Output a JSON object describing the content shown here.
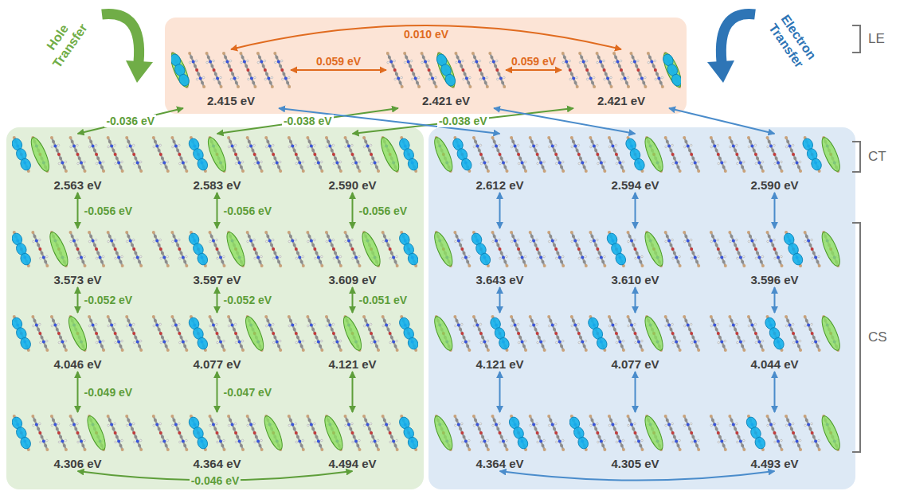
{
  "diagram": {
    "nodes": [
      {
        "text": [
          "2.415 eV"
        ]
      },
      {
        "text": [
          "2.421 eV"
        ]
      },
      {
        "text": [
          "2.421 eV"
        ]
      },
      {
        "text": [
          "2.563 eV"
        ]
      },
      {
        "text": [
          "2.583 eV"
        ]
      },
      {
        "text": [
          "2.590 eV"
        ]
      },
      {
        "text": [
          "3.573 eV"
        ]
      },
      {
        "text": [
          "3.597 eV"
        ]
      },
      {
        "text": [
          "3.609 eV"
        ]
      },
      {
        "text": [
          "4.046 eV"
        ]
      },
      {
        "text": [
          "4.077 eV"
        ]
      },
      {
        "text": [
          "4.121 eV"
        ]
      },
      {
        "text": [
          "4.306 eV"
        ]
      },
      {
        "text": [
          "4.364 eV"
        ]
      },
      {
        "text": [
          "4.494 eV"
        ]
      },
      {
        "text": [
          "2.612 eV"
        ]
      },
      {
        "text": [
          "2.594 eV"
        ]
      },
      {
        "text": [
          "2.590 eV"
        ]
      },
      {
        "text": [
          "3.643 eV"
        ]
      },
      {
        "text": [
          "3.610 eV"
        ]
      },
      {
        "text": [
          "3.596 eV"
        ]
      },
      {
        "text": [
          "4.121 eV"
        ]
      },
      {
        "text": [
          "4.077 eV"
        ]
      },
      {
        "text": [
          "4.044 eV"
        ]
      },
      {
        "text": [
          "4.364 eV"
        ]
      },
      {
        "text": [
          "4.305 eV"
        ]
      },
      {
        "text": [
          "4.493 eV"
        ]
      }
    ],
    "edges": [
      {
        "from": 0,
        "to": 1,
        "arrow": "both",
        "label": "0.059 eV"
      },
      {
        "from": 1,
        "to": 2,
        "arrow": "both",
        "label": "0.059 eV"
      },
      {
        "from": 0,
        "to": 2,
        "arrow": "both",
        "label": "0.010 eV"
      },
      {
        "from": 0,
        "to": 3,
        "arrow": "both",
        "label": "-0.036 eV"
      },
      {
        "from": 1,
        "to": 4,
        "arrow": "both",
        "label": "-0.038 eV"
      },
      {
        "from": 2,
        "to": 5,
        "arrow": "both",
        "label": "-0.038 eV"
      },
      {
        "from": 0,
        "to": 15,
        "arrow": "both"
      },
      {
        "from": 1,
        "to": 16,
        "arrow": "both"
      },
      {
        "from": 2,
        "to": 17,
        "arrow": "both"
      },
      {
        "from": 3,
        "to": 6,
        "arrow": "both",
        "label": "-0.056 eV"
      },
      {
        "from": 6,
        "to": 9,
        "arrow": "both",
        "label": "-0.052 eV"
      },
      {
        "from": 9,
        "to": 12,
        "arrow": "both",
        "label": "-0.049 eV"
      },
      {
        "from": 4,
        "to": 7,
        "arrow": "both",
        "label": "-0.056 eV"
      },
      {
        "from": 7,
        "to": 10,
        "arrow": "both",
        "label": "-0.052 eV"
      },
      {
        "from": 10,
        "to": 13,
        "arrow": "both",
        "label": "-0.047 eV"
      },
      {
        "from": 5,
        "to": 8,
        "arrow": "both",
        "label": "-0.056 eV"
      },
      {
        "from": 8,
        "to": 11,
        "arrow": "both",
        "label": "-0.051 eV"
      },
      {
        "from": 11,
        "to": 14,
        "arrow": "both"
      },
      {
        "from": 12,
        "to": 14,
        "arrow": "both",
        "label": "-0.046 eV"
      },
      {
        "from": 15,
        "to": 18,
        "arrow": "both"
      },
      {
        "from": 18,
        "to": 21,
        "arrow": "both"
      },
      {
        "from": 21,
        "to": 24,
        "arrow": "both"
      },
      {
        "from": 16,
        "to": 19,
        "arrow": "both"
      },
      {
        "from": 19,
        "to": 22,
        "arrow": "both"
      },
      {
        "from": 22,
        "to": 25,
        "arrow": "both"
      },
      {
        "from": 17,
        "to": 20,
        "arrow": "both"
      },
      {
        "from": 20,
        "to": 23,
        "arrow": "both"
      },
      {
        "from": 23,
        "to": 26,
        "arrow": "both"
      },
      {
        "from": 24,
        "to": 26,
        "arrow": "both"
      }
    ],
    "labels": [
      "Hole Transfer",
      "Electron Transfer",
      "LE",
      "CT",
      "CS"
    ]
  }
}
